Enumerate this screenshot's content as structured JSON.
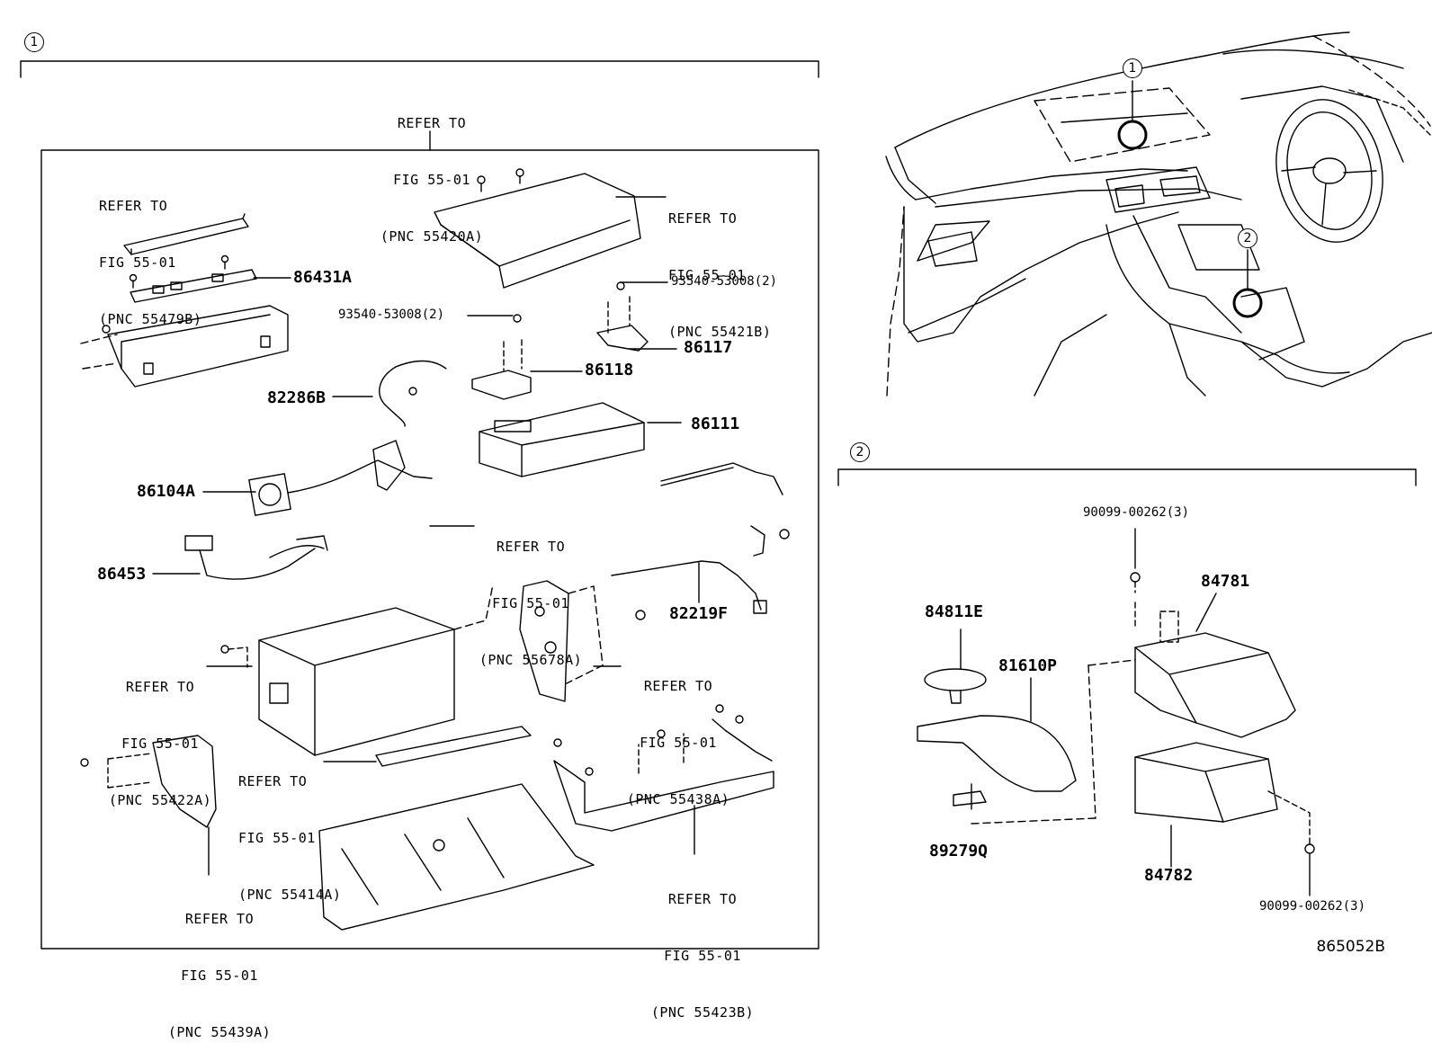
{
  "section_markers": {
    "one": "1",
    "two": "2"
  },
  "figure_id": "865052B",
  "refs": {
    "r55420A": {
      "line1": "REFER TO",
      "line2": "FIG 55-01",
      "line3": "(PNC 55420A)"
    },
    "r55479B": {
      "line1": "REFER TO",
      "line2": "FIG 55-01",
      "line3": "(PNC 55479B)"
    },
    "r55421B": {
      "line1": "REFER TO",
      "line2": "FIG 55-01",
      "line3": "(PNC 55421B)"
    },
    "r55678A": {
      "line1": "REFER TO",
      "line2": "FIG 55-01",
      "line3": "(PNC 55678A)"
    },
    "r55422A": {
      "line1": "REFER TO",
      "line2": "FIG 55-01",
      "line3": "(PNC 55422A)"
    },
    "r55438A": {
      "line1": "REFER TO",
      "line2": "FIG 55-01",
      "line3": "(PNC 55438A)"
    },
    "r55414A": {
      "line1": "REFER TO",
      "line2": "FIG 55-01",
      "line3": "(PNC 55414A)"
    },
    "r55439A": {
      "line1": "REFER TO",
      "line2": "FIG 55-01",
      "line3": "(PNC 55439A)"
    },
    "r55423B": {
      "line1": "REFER TO",
      "line2": "FIG 55-01",
      "line3": "(PNC 55423B)"
    }
  },
  "parts": {
    "p86431A": "86431A",
    "p93540a": "93540-53008(2)",
    "p93540b": "93540-53008(2)",
    "p86117": "86117",
    "p86118": "86118",
    "p82286B": "82286B",
    "p86111": "86111",
    "p86104A": "86104A",
    "p86453": "86453",
    "p82219F": "82219F",
    "p90099a": "90099-00262(3)",
    "p90099b": "90099-00262(3)",
    "p84781": "84781",
    "p84811E": "84811E",
    "p81610P": "81610P",
    "p89279Q": "89279Q",
    "p84782": "84782"
  }
}
